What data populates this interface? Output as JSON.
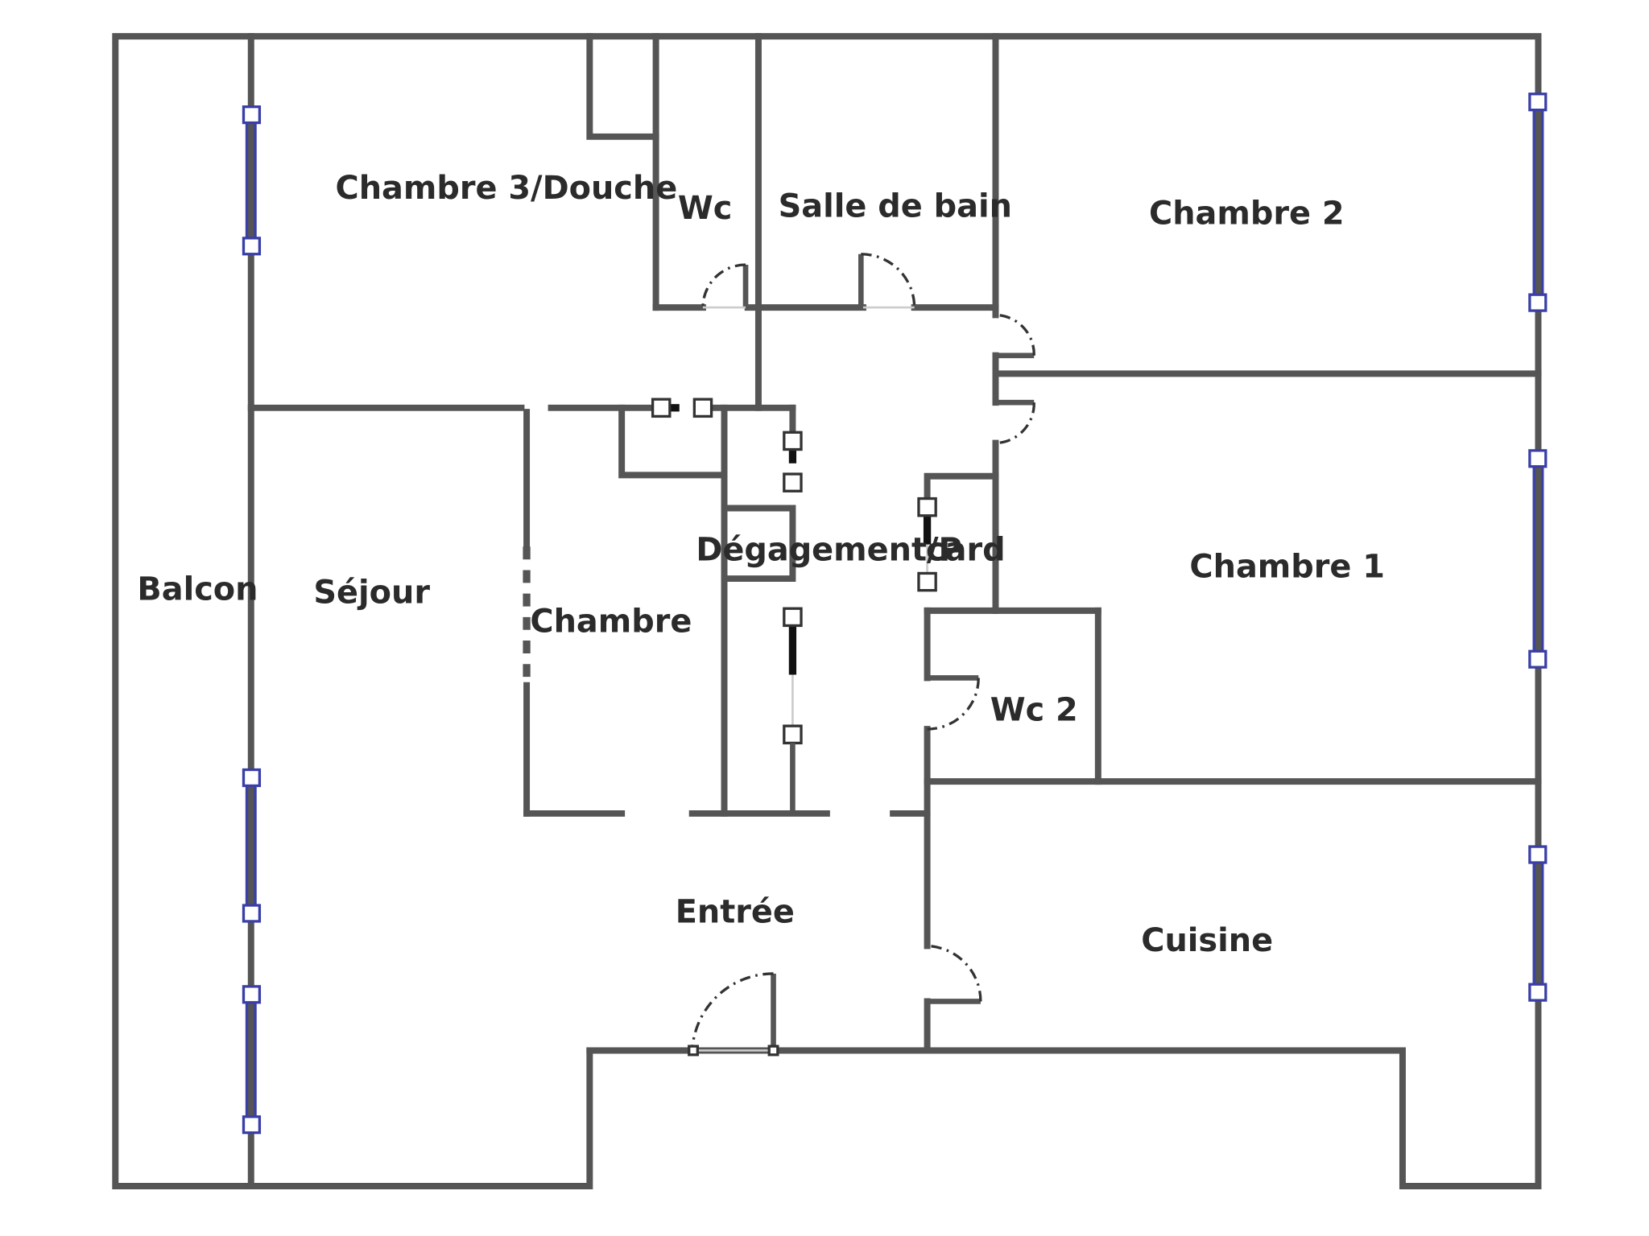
{
  "plan": {
    "rooms": [
      {
        "id": "chambre3",
        "label": "Chambre 3/Douche"
      },
      {
        "id": "wc",
        "label": "Wc"
      },
      {
        "id": "sdb",
        "label": "Salle de bain"
      },
      {
        "id": "chambre2",
        "label": "Chambre 2"
      },
      {
        "id": "balcon",
        "label": "Balcon"
      },
      {
        "id": "sejour",
        "label": "Séjour"
      },
      {
        "id": "chambre",
        "label": "Chambre"
      },
      {
        "id": "degagement",
        "label": "Dégagement/P"
      },
      {
        "id": "placard",
        "label": "card"
      },
      {
        "id": "chambre1",
        "label": "Chambre 1"
      },
      {
        "id": "wc2",
        "label": "Wc 2"
      },
      {
        "id": "entree",
        "label": "Entrée"
      },
      {
        "id": "cuisine",
        "label": "Cuisine"
      }
    ]
  }
}
